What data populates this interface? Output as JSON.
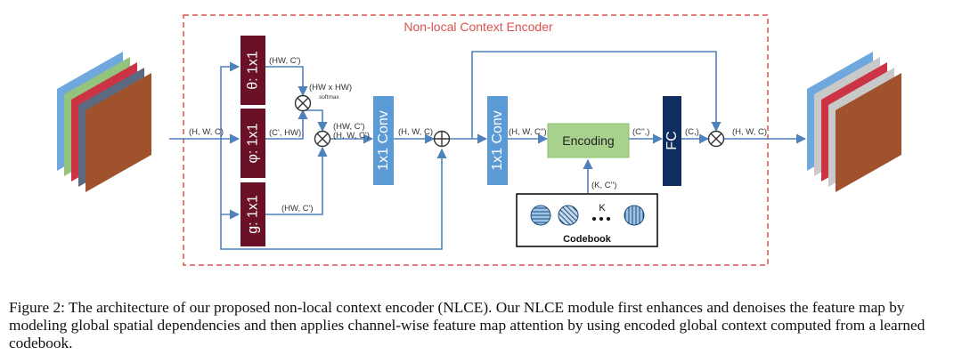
{
  "encoder_title": "Non-local Context Encoder",
  "theta_label": "θ: 1x1",
  "phi_label": "φ: 1x1",
  "g_label": "g: 1x1",
  "conv1_label": "1x1 Conv",
  "conv2_label": "1x1 Conv",
  "encoding_label": "Encoding",
  "fc_label": "FC",
  "codebook_label": "Codebook",
  "k_label": "K",
  "dims": {
    "input": "(H, W, C)",
    "theta_out": "(HW, C')",
    "theta_phi": "(HW x HW)",
    "softmax": "softmax",
    "phi_out": "(C', HW)",
    "mult_out": "(HW, C')",
    "conv1_in": "(H, W, C')",
    "g_out": "(HW, C')",
    "conv1_out": "(H, W, C)",
    "conv2_out": "(H, W, C'')",
    "enc_out": "(C'',)",
    "fc_out": "(C,)",
    "output": "(H, W, C)",
    "codebook_out": "(K, C'')"
  },
  "caption": "Figure 2: The architecture of our proposed non-local context encoder (NLCE). Our NLCE module first enhances and denoises the feature map by modeling global spatial dependencies and then applies channel-wise feature map attention by using encoded global context computed from a learned codebook.",
  "colors": {
    "dashed_border": "#d9534f",
    "theta_phi_g_block": "#6b1127",
    "conv_block": "#5b9bd5",
    "encoding_block": "#a9d18e",
    "fc_block": "#0f2d5e",
    "arrow": "#4f81bd",
    "feature_map_layers": [
      "#6fa8dc",
      "#93c47d",
      "#cc3344",
      "#5b6a80",
      "#a0522d"
    ]
  }
}
